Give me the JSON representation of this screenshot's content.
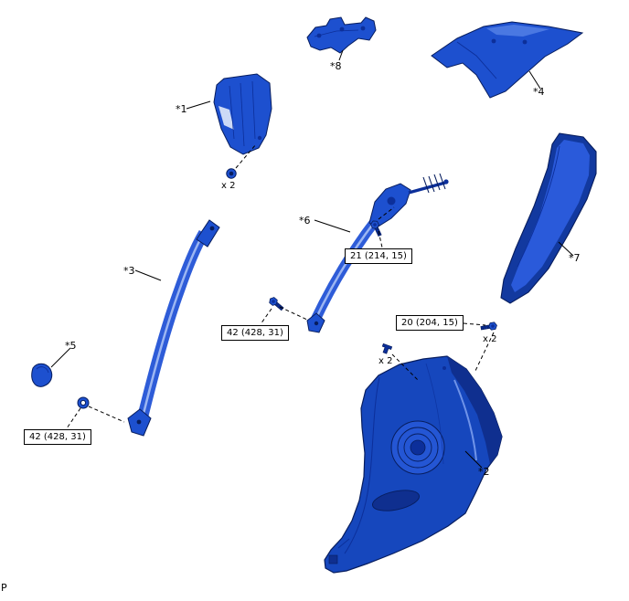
{
  "diagram": {
    "corner_mark": "P",
    "part_labels": {
      "p1": "*1",
      "p2": "*2",
      "p3": "*3",
      "p4": "*4",
      "p5": "*5",
      "p6": "*6",
      "p7": "*7",
      "p8": "*8"
    },
    "torque_callouts": {
      "c21": "21 (214, 15)",
      "c42a": "42 (428, 31)",
      "c20": "20 (204, 15)",
      "c42b": "42 (428, 31)"
    },
    "quantity_labels": {
      "q1": "x 2",
      "q2": "x 2",
      "q3": "x 2"
    },
    "colors": {
      "background": "#ffffff",
      "part_primary": "#1d50cf",
      "part_deep": "#12399f",
      "part_highlight": "#2a5ada",
      "part_shadow": "#0c2f9a",
      "outline": "#071d5e",
      "belt": "#2e5cd8",
      "belt_highlight": "#9cb6f2",
      "line": "#000000"
    }
  }
}
